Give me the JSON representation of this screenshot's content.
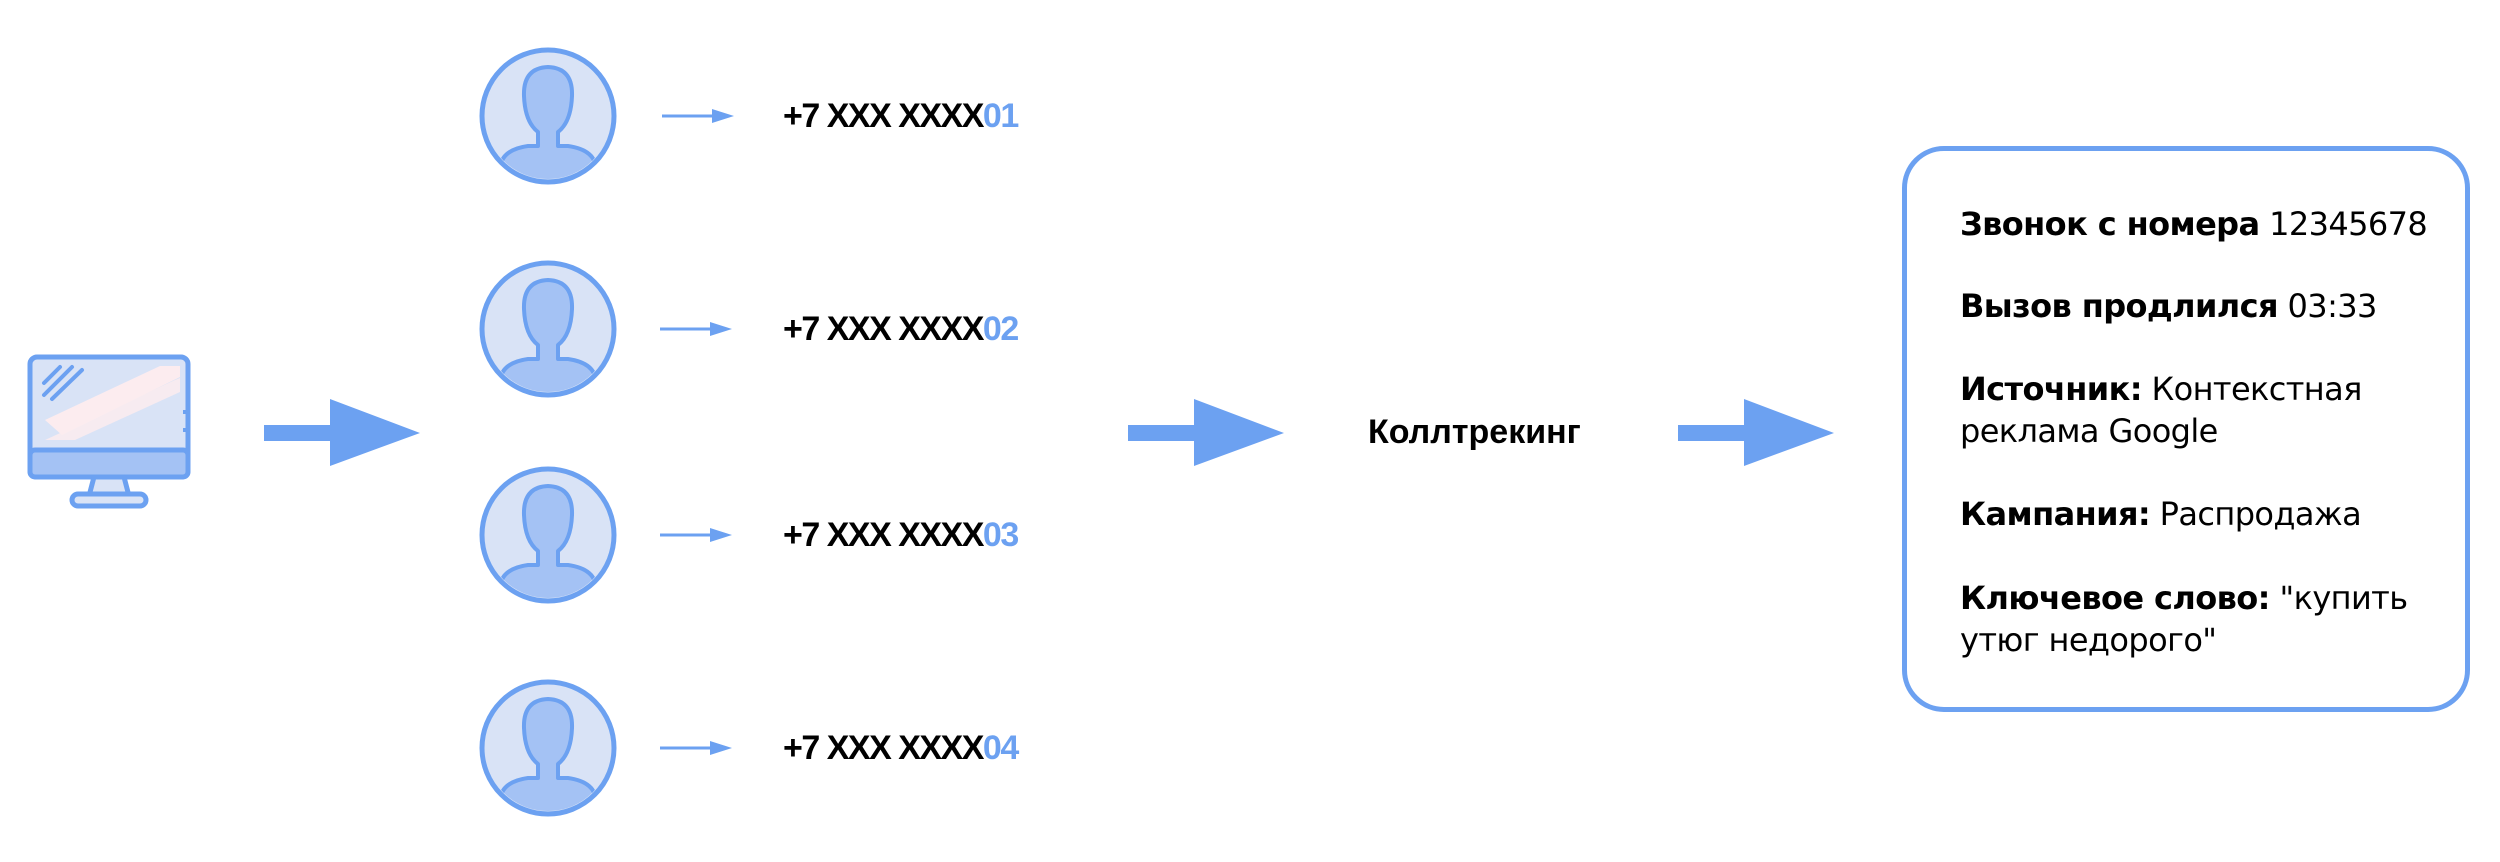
{
  "colors": {
    "accent": "#6ca1f1",
    "avatar_fill": "#d9e3f6",
    "avatar_figure": "#a4c2f4",
    "monitor_screen": "#d9e3f6",
    "monitor_stripe": "#fcecef"
  },
  "icons": {
    "source": "desktop-monitor-icon",
    "visitor": "user-avatar-icon"
  },
  "phones": [
    {
      "prefix": "+7 XXX XXXX",
      "suffix": "01"
    },
    {
      "prefix": "+7 XXX XXXX",
      "suffix": "02"
    },
    {
      "prefix": "+7 XXX XXXX",
      "suffix": "03"
    },
    {
      "prefix": "+7 XXX XXXX",
      "suffix": "04"
    }
  ],
  "calltracking": {
    "label": "Коллтрекинг"
  },
  "card": {
    "call_from": {
      "key": "Звонок с номера",
      "value": "12345678"
    },
    "duration": {
      "key": "Вызов продлился",
      "value": "03:33"
    },
    "source": {
      "key": "Источник:",
      "value": "Контекстная реклама Google"
    },
    "campaign": {
      "key": "Кампания:",
      "value": "Распродажа"
    },
    "keyword": {
      "key": "Ключевое слово:",
      "value": "\"купить утюг недорого\""
    }
  }
}
